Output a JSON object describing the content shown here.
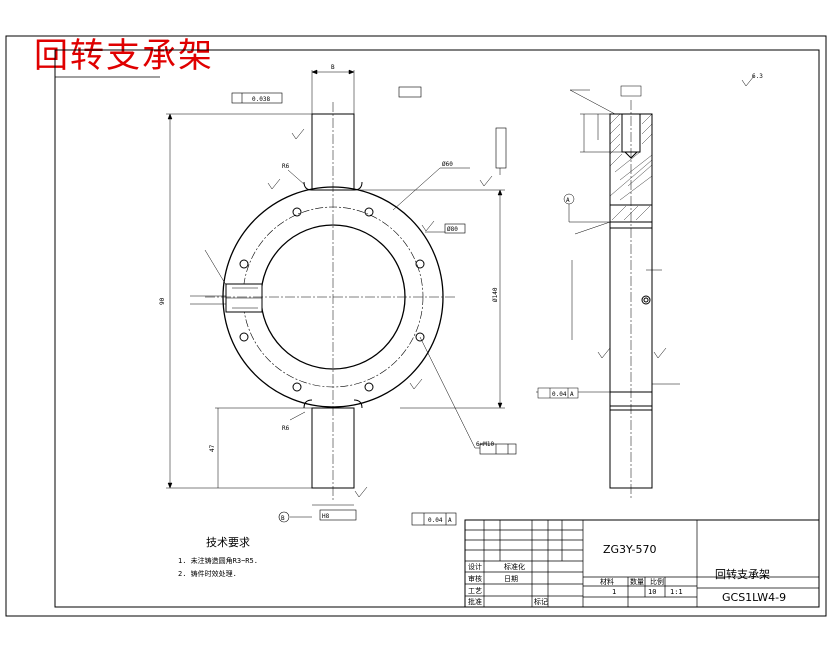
{
  "overlay_title": "回转支承架",
  "drawing": {
    "title": "回转支承架",
    "part_number": "ZG3Y-570",
    "drawing_number": "GCS1LW4-9",
    "scale": "1:1",
    "weight": "10",
    "sheet": "1",
    "technical_requirements": {
      "heading": "技术要求",
      "items": [
        "1. 未注铸造圆角R3~R5.",
        "2. 铸件时效处理."
      ]
    },
    "datums": {
      "a": "A",
      "b": "B"
    },
    "surface_finish": "6.3",
    "dimensions": {
      "top_width": "B",
      "tol_top": "0.038",
      "overall_height": "90",
      "right_height": "Ø140",
      "bore_center": "47",
      "bolt_hole": "6×M10",
      "bore_label": "Ø80",
      "fit_label": "Ø60",
      "side_height": "H8",
      "bottom_dim": "R6",
      "flatness": "0.04",
      "parallel": "0.04"
    },
    "title_block": {
      "designer": "设计",
      "checker": "审核",
      "process": "工艺",
      "approve": "批准",
      "standard": "标准化",
      "date": "日期",
      "mark": "标记",
      "qty": "数量",
      "material": "材料",
      "ratio": "比例"
    }
  }
}
